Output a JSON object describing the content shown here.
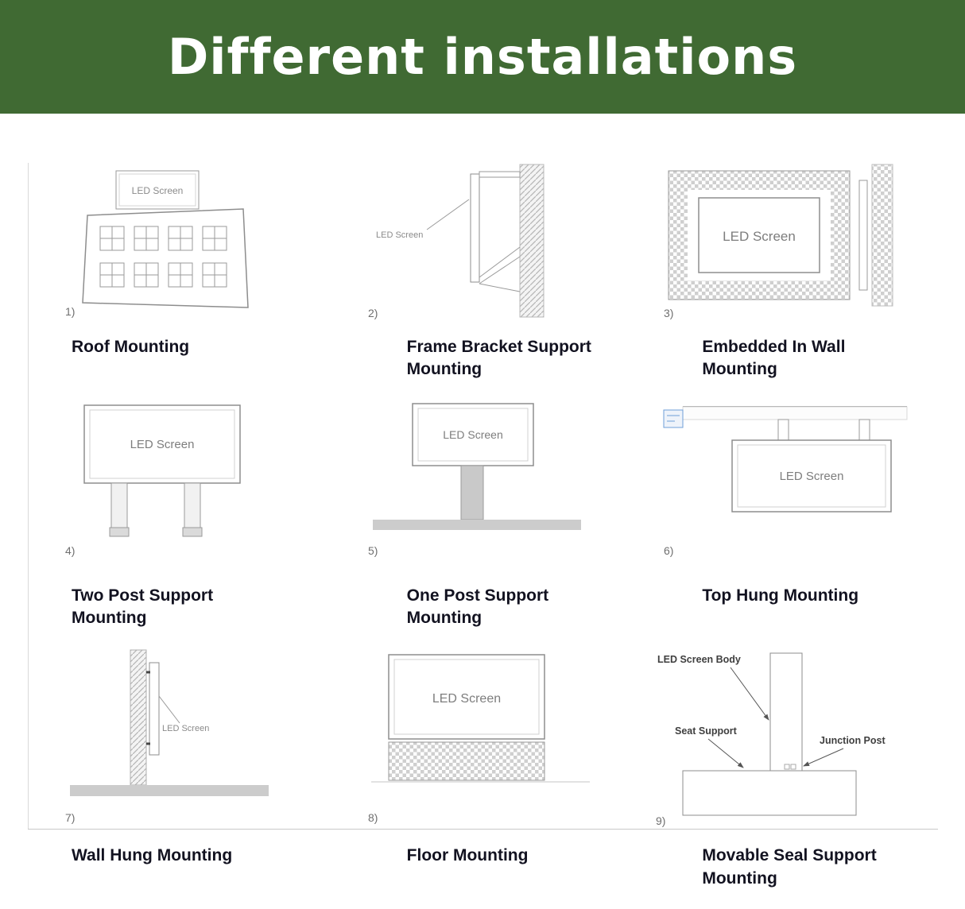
{
  "header": {
    "title": "Different installations",
    "bg_color": "#406a33"
  },
  "colors": {
    "caption_text": "#121220",
    "diagram_stroke": "#8d8d8d"
  },
  "diagram_labels": {
    "screen": "LED Screen",
    "screen_body": "LED Screen Body",
    "seat_support": "Seat Support",
    "junction_post": "Junction Post"
  },
  "items": [
    {
      "number": "1)",
      "caption": "Roof Mounting"
    },
    {
      "number": "2)",
      "caption": "Frame Bracket Support Mounting"
    },
    {
      "number": "3)",
      "caption": "Embedded In Wall Mounting"
    },
    {
      "number": "4)",
      "caption": "Two Post Support Mounting"
    },
    {
      "number": "5)",
      "caption": "One Post Support Mounting"
    },
    {
      "number": "6)",
      "caption": "Top Hung Mounting"
    },
    {
      "number": "7)",
      "caption": "Wall Hung Mounting"
    },
    {
      "number": "8)",
      "caption": "Floor Mounting"
    },
    {
      "number": "9)",
      "caption": "Movable Seal Support Mounting"
    }
  ]
}
